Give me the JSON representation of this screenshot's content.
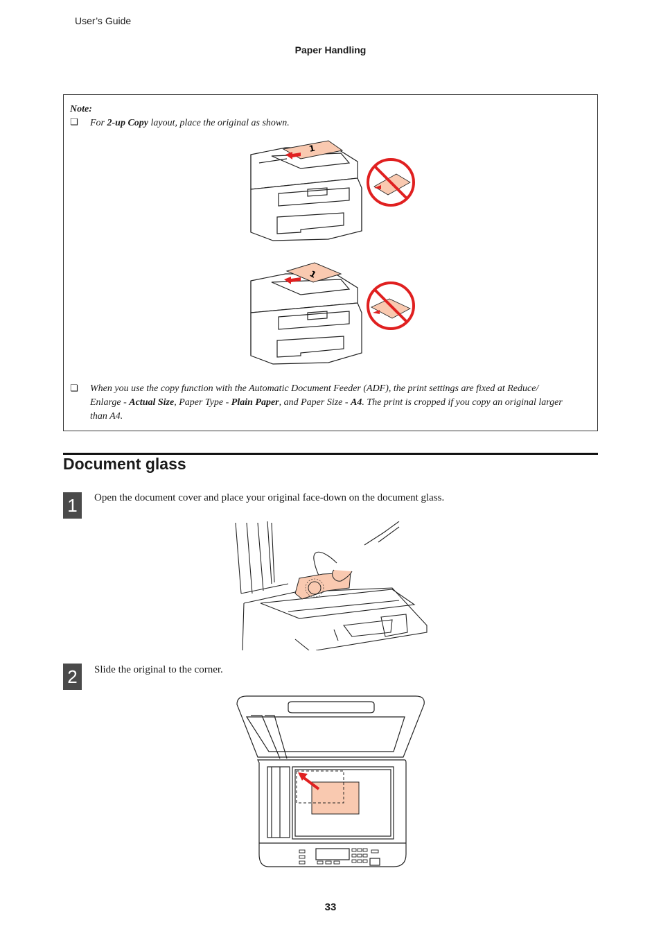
{
  "header": {
    "guide_title": "User’s Guide",
    "section": "Paper Handling"
  },
  "note": {
    "title": "Note:",
    "bullet_glyph": "❏",
    "items": [
      {
        "p1": "For ",
        "b1": "2-up Copy",
        "p2": " layout, place the original as shown."
      },
      {
        "l1": "When you use the copy function with the Automatic Document Feeder (ADF), the print settings are fixed at Reduce/",
        "l2a": "Enlarge - ",
        "l2b": "Actual Size",
        "l2c": ", Paper Type - ",
        "l2d": "Plain Paper",
        "l2e": ", and Paper Size - ",
        "l2f": "A4",
        "l2g": ". The print is cropped if you copy an original larger",
        "l3": "than A4."
      }
    ],
    "figure_page_number": "1"
  },
  "section": {
    "title": "Document glass"
  },
  "steps": [
    {
      "number": "1",
      "text": "Open the document cover and place your original face-down on the document glass."
    },
    {
      "number": "2",
      "text": "Slide the original to the corner."
    }
  ],
  "page_number": "33",
  "colors": {
    "paper": "#f9c9b0",
    "arrow": "#e02020",
    "prohibit": "#e02020"
  }
}
